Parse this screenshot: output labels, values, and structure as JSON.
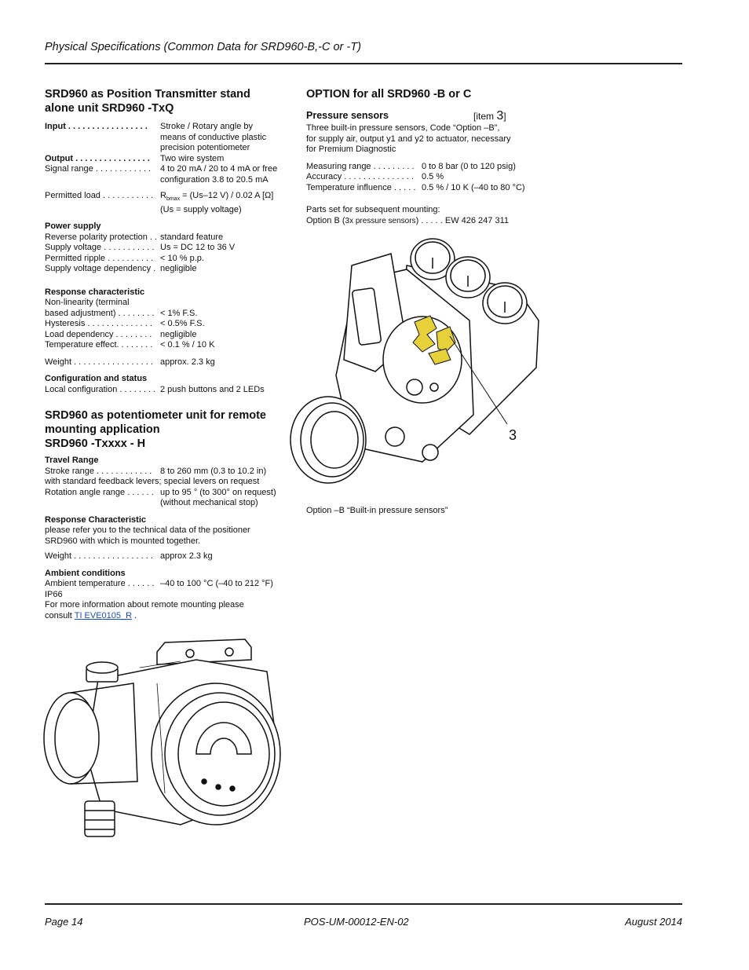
{
  "header": {
    "title": "Physical Specifications (Common Data for SRD960-B,-C or -T)"
  },
  "left": {
    "s1_title": "SRD960 as Position Transmitter stand alone unit   SRD960 -TxQ",
    "input_k": "Input . . . . . . . . . . . . . . . . .",
    "input_v": "Stroke / Rotary angle by means of conductive plastic precision potentiometer",
    "output_k": "Output . . . . . . . . . . . . . . . .",
    "output_v": "Two wire system",
    "signal_k": "Signal range . . . . . . . . . . . .",
    "signal_v": "4 to 20 mA / 20 to 4 mA or free configuration 3.8 to 20.5 mA",
    "load_k": "Permitted load . . . . . . . . . . .",
    "load_v": "R",
    "load_sub": "bmax",
    "load_v2": " = (Us–12 V) / 0.02 A [Ω] (Us = supply voltage)",
    "power_h": "Power supply",
    "rev_k": "Reverse polarity protection . .",
    "rev_v": "standard feature",
    "supv_k": "Supply voltage . . . . . . . . . . .",
    "supv_v": "Us = DC 12 to 36 V",
    "ripple_k": "Permitted ripple . . . . . . . . . .",
    "ripple_v": "< 10 % p.p.",
    "svd_k": "Supply voltage dependency .",
    "svd_v": "negligible",
    "resp_h": "Response characteristic",
    "nonlin_l": "Non-linearity (terminal",
    "based_k": "based adjustment) . . . . . . . .",
    "based_v": "< 1% F.S.",
    "hyst_k": "Hysteresis . . . . . . . . . . . . . .",
    "hyst_v": "< 0.5% F.S.",
    "loaddep_k": "Load dependency . . . . . . . .",
    "loaddep_v": "negligible",
    "temp_k": "Temperature effect. . . . . . . .",
    "temp_v": "< 0.1 % / 10 K",
    "weight_k": "Weight . . . . . . . . . . . . . . . . .",
    "weight_v": "approx. 2.3 kg",
    "config_h": "Configuration and status",
    "local_k": "Local configuration . . . . . . . .",
    "local_v": "2 push buttons and 2 LEDs",
    "s2_title": "SRD960 as potentiometer unit for remote mounting application",
    "s2_sub": "SRD960 -Txxxx - H",
    "travel_h": "Travel Range",
    "stroke_k": "Stroke range . . . . . . . . . . . .",
    "stroke_v": "8 to 260 mm (0.3 to 10.2 in)",
    "stroke_note": "with standard feedback levers; special levers on request",
    "rot_k": "Rotation angle range . . . . . .",
    "rot_v": "up to 95 ° (to 300° on request) (without mechanical stop)",
    "resp2_h": "Response Characteristic",
    "resp2_text": "please refer you to the technical data of the positioner SRD960 with which is mounted together.",
    "weight2_k": "Weight . . . . . . . . . . . . . . . . .",
    "weight2_v": "approx 2.3 kg",
    "amb_h": "Ambient conditions",
    "ambt_k": "Ambient temperature . . . . . .",
    "ambt_v": "–40 to 100 °C (–40 to 212 °F)",
    "ip": "IP66",
    "more_text": "For more information about remote mounting please",
    "consult": "consult ",
    "link": "TI EVE0105_R",
    "dot": " ."
  },
  "right": {
    "title": "OPTION  for all SRD960 -B or C",
    "ps_h": "Pressure sensors",
    "item_pre": "[item ",
    "item_num": "3",
    "item_post": "]",
    "ps_desc": "Three built-in pressure sensors, Code “Option –B”, for supply air, output y1 and y2 to actuator, necessary for Premium Diagnostic",
    "range_k": "Measuring range . . . . . . . . .",
    "range_v": "0 to 8 bar (0 to 120 psig)",
    "acc_k": "Accuracy . . . . . . . . . . . . . . .",
    "acc_v": "0.5 %",
    "tinf_k": "Temperature influence . . . . .",
    "tinf_v": "0.5 % / 10 K (–40 to 80 °C)",
    "parts_l": "Parts set for subsequent mounting:",
    "optb_pre": "Option B (",
    "optb_small": "3x pressure sensors",
    "optb_post": ") . . . . . EW 426 247 311",
    "callout": "3",
    "caption": "Option –B “Built-in pressure sensors”"
  },
  "footer": {
    "page": "Page 14",
    "doc": "POS-UM-00012-EN-02",
    "date": "August 2014"
  },
  "colors": {
    "highlight": "#e6d13a",
    "link": "#1f4fb0"
  }
}
